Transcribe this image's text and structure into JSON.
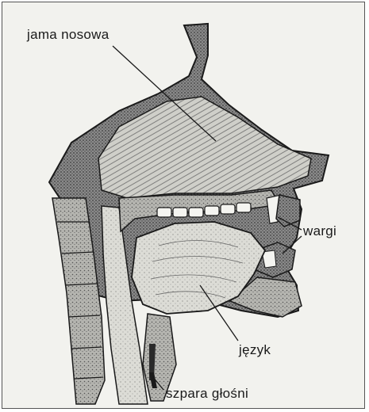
{
  "labels": {
    "nasal_cavity": "jama nosowa",
    "lips": "wargi",
    "tongue": "język",
    "glottis": "szpara głośni"
  },
  "colors": {
    "background": "#f2f2ee",
    "ink": "#1a1a1a",
    "tissue_dark": "#6a6a6a",
    "tissue_mid": "#9a9a9a",
    "tissue_light": "#c9c9c4"
  }
}
